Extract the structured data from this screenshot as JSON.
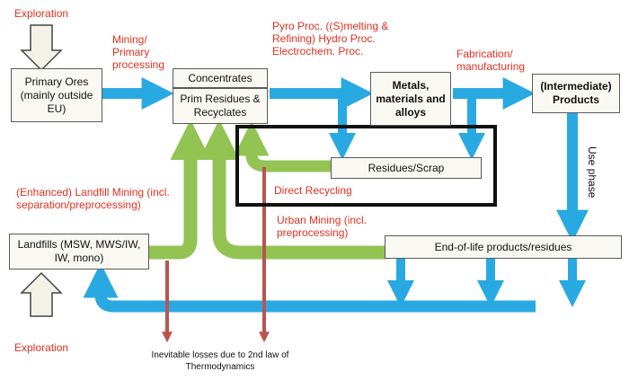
{
  "boxes": {
    "primary_ores": "Primary Ores (mainly outside EU)",
    "concentrates": "Concentrates",
    "prim_residues": "Prim Residues & Recyclates",
    "metals": "Metals, materials and alloys",
    "products": "(Intermediate) Products",
    "residues_scrap": "Residues/Scrap",
    "end_of_life": "End-of-life products/residues",
    "landfills": "Landfills (MSW, MWS/IW, IW, mono)"
  },
  "labels": {
    "exploration_top": "Exploration",
    "mining": "Mining/ Primary processing",
    "pyro": "Pyro Proc. ((S)melting & Refining) Hydro Proc. Electrochem. Proc.",
    "fabrication": "Fabrication/ manufacturing",
    "use_phase": "Use phase",
    "direct_recycling": "Direct Recycling",
    "landfill_mining": "(Enhanced) Landfill Mining (incl. separation/preprocessing)",
    "urban_mining": "Urban Mining (incl. preprocessing)",
    "exploration_bottom": "Exploration",
    "losses": "Inevitable losses due to 2nd law of Thermodynamics"
  },
  "colors": {
    "blue": "#29a9e1",
    "green": "#92c353",
    "red": "#b85450",
    "text_red": "#e0301e",
    "box_fill": "#f9f8f3"
  }
}
